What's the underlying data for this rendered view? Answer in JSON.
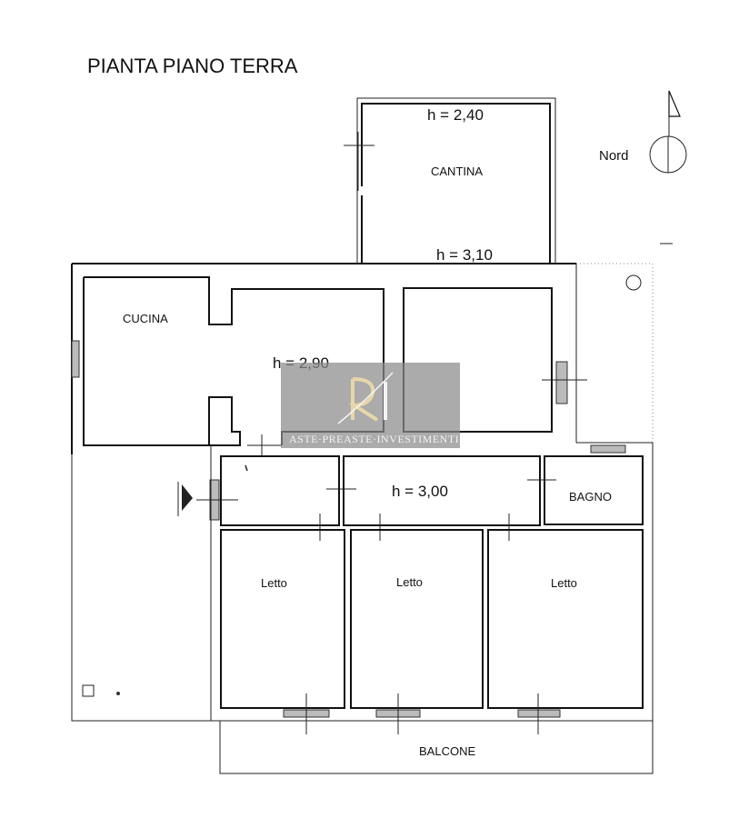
{
  "title": "PIANTA PIANO TERRA",
  "north": {
    "label": "Nord",
    "icon": "north-arrow-icon"
  },
  "rooms": {
    "cantina": "CANTINA",
    "cucina": "CUCINA",
    "bagno": "BAGNO",
    "letto_1": "Letto",
    "letto_2": "Letto",
    "letto_3": "Letto",
    "balcone": "BALCONE"
  },
  "heights": {
    "cantina_top": "h = 2,40",
    "cantina_bottom": "h = 3,10",
    "living": "h = 2,90",
    "corridor": "h = 3,00"
  },
  "watermark": {
    "text": "ASTE·PREASTE·INVESTIMENTI",
    "logo": "RI-monogram-logo"
  }
}
